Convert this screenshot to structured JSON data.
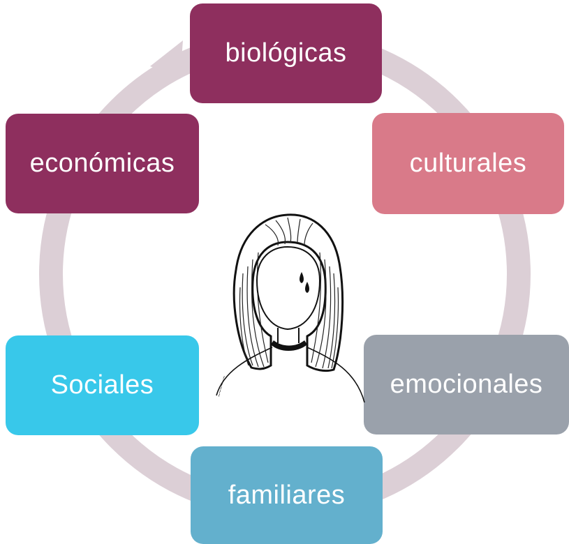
{
  "diagram": {
    "nodes": [
      {
        "id": "biologicas",
        "label": "biológicas",
        "color": "#8E2F5E"
      },
      {
        "id": "culturales",
        "label": "culturales",
        "color": "#D97A89"
      },
      {
        "id": "emocionales",
        "label": "emocionales",
        "color": "#9AA1AB"
      },
      {
        "id": "familiares",
        "label": "familiares",
        "color": "#63B0CD"
      },
      {
        "id": "sociales",
        "label": "Sociales",
        "color": "#38C8EA"
      },
      {
        "id": "economicas",
        "label": "económicas",
        "color": "#8E2F5E"
      }
    ],
    "ring_color": "#DCCFD6",
    "center_image": "girl-sketch"
  }
}
